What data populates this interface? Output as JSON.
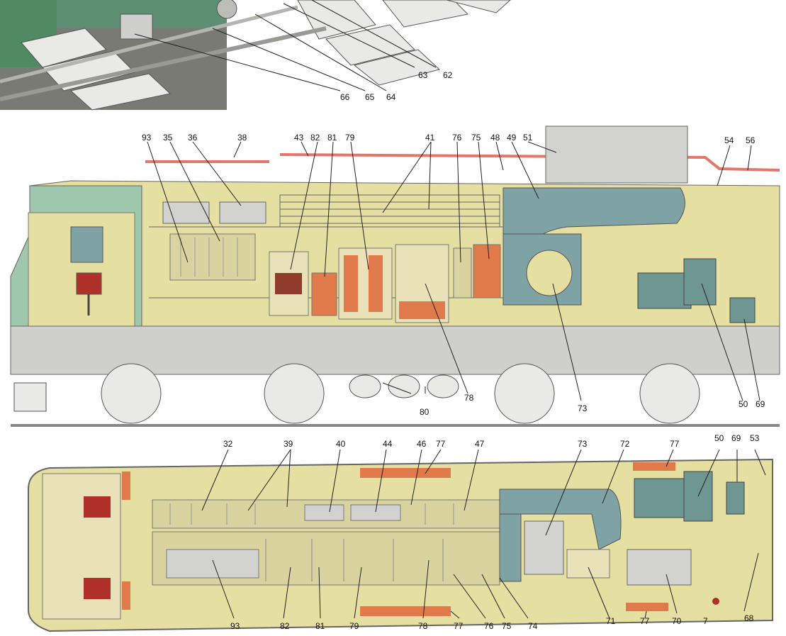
{
  "diagram": {
    "top_labels": [
      "63",
      "62",
      "64",
      "65",
      "66"
    ],
    "side_labels_top": [
      "93",
      "35",
      "36",
      "38",
      "43",
      "82",
      "81",
      "79",
      "41",
      "76",
      "75",
      "48",
      "49",
      "51",
      "54",
      "56"
    ],
    "side_labels_bottom": [
      "78",
      "80",
      "73",
      "50",
      "69"
    ],
    "plan_labels_top": [
      "32",
      "39",
      "40",
      "44",
      "46",
      "77",
      "47",
      "73",
      "72",
      "77",
      "50",
      "69",
      "53"
    ],
    "plan_labels_bottom": [
      "93",
      "82",
      "81",
      "79",
      "78",
      "77",
      "76",
      "75",
      "74",
      "71",
      "77",
      "70",
      "7",
      "68"
    ]
  },
  "colors": {
    "body": "#e6dfa2",
    "cab_green": "#9fc7ad",
    "slate": "#7fa2a5",
    "frame": "#cfcfcb",
    "red_pipe": "#e6766a",
    "orange_part": "#e07a4a",
    "dark_red": "#8f3a2a"
  }
}
